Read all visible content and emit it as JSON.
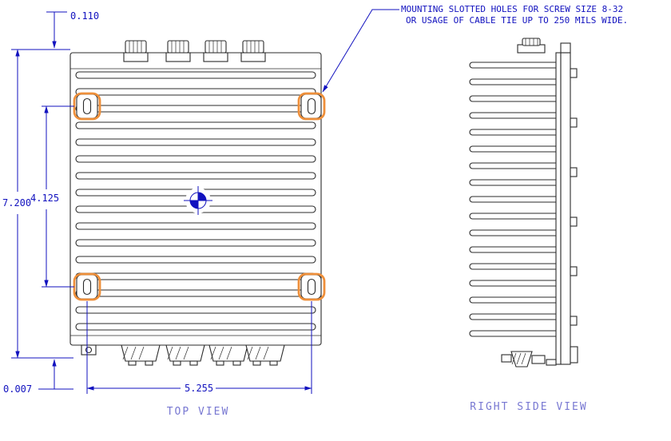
{
  "drawing": {
    "note": {
      "line1": "MOUNTING SLOTTED HOLES FOR SCREW SIZE 8-32",
      "line2": "OR USAGE OF CABLE TIE UP TO 250 MILS WIDE."
    },
    "dimensions": {
      "connector_offset": "0.110",
      "overall_height": "7.200",
      "slot_vertical_spacing": "4.125",
      "base_offset": "0.007",
      "slot_horizontal_spacing": "5.255"
    },
    "view_labels": {
      "top": "TOP VIEW",
      "right_side": "RIGHT SIDE VIEW"
    }
  },
  "colors": {
    "background": "#ffffff",
    "line": "#2b2b2b",
    "dimension": "#1212bf",
    "highlight": "#ee8f3a",
    "label": "#7878d2"
  }
}
